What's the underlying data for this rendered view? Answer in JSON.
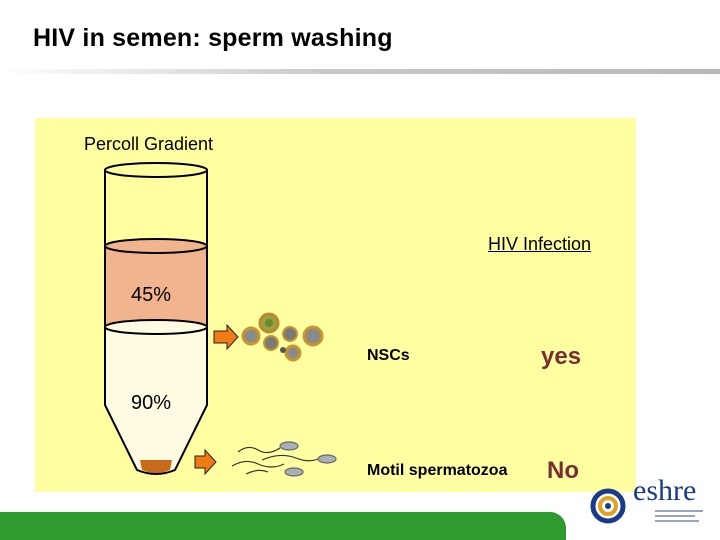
{
  "title": "HIV in semen: sperm washing",
  "labels": {
    "gradient": "Percoll Gradient",
    "hiv_infection": "HIV Infection",
    "layer_top": "45%",
    "layer_bottom": "90%",
    "nscs": "NSCs",
    "motile": "Motil spermatozoa",
    "nscs_result": "yes",
    "motile_result": "No"
  },
  "logo": {
    "text": "eshre"
  },
  "colors": {
    "panel": "#ffffa2",
    "layer_45": "#f2b48e",
    "layer_90": "#fffbe3",
    "pellet": "#c86a1c",
    "arrow": "#f07a14",
    "result_text": "#7a2e33",
    "bottom_bar": "#2f9a2f"
  }
}
